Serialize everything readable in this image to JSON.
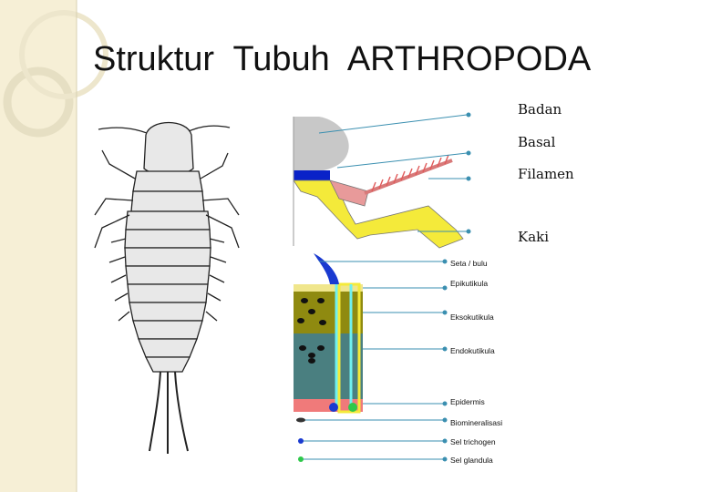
{
  "slide": {
    "title": "Struktur  Tubuh  ARTHROPODA"
  },
  "leg_labels": [
    "Badan",
    "Basal",
    "Filamen",
    "Kaki"
  ],
  "cuticle_labels": [
    "Seta / bulu",
    "Epikutikula",
    "Eksokutikula",
    "Endokutikula",
    "Epidermis",
    "Biomineralisasi",
    "Sel trichogen",
    "Sel glandula"
  ],
  "colors": {
    "background_strip": "#f6efd6",
    "leg_body": "#c8c8c8",
    "basal": "#0a22c8",
    "leg_yellow": "#f4ea3a",
    "filament": "#e89a9a",
    "epicuticle": "#f0e68c",
    "exocuticle": "#8f8a10",
    "endocuticle": "#4a7f80",
    "epidermis": "#f07a7a",
    "seta": "#1a3ad0",
    "canal": "#6ff0f0",
    "arrow": "#3a8fb0"
  }
}
